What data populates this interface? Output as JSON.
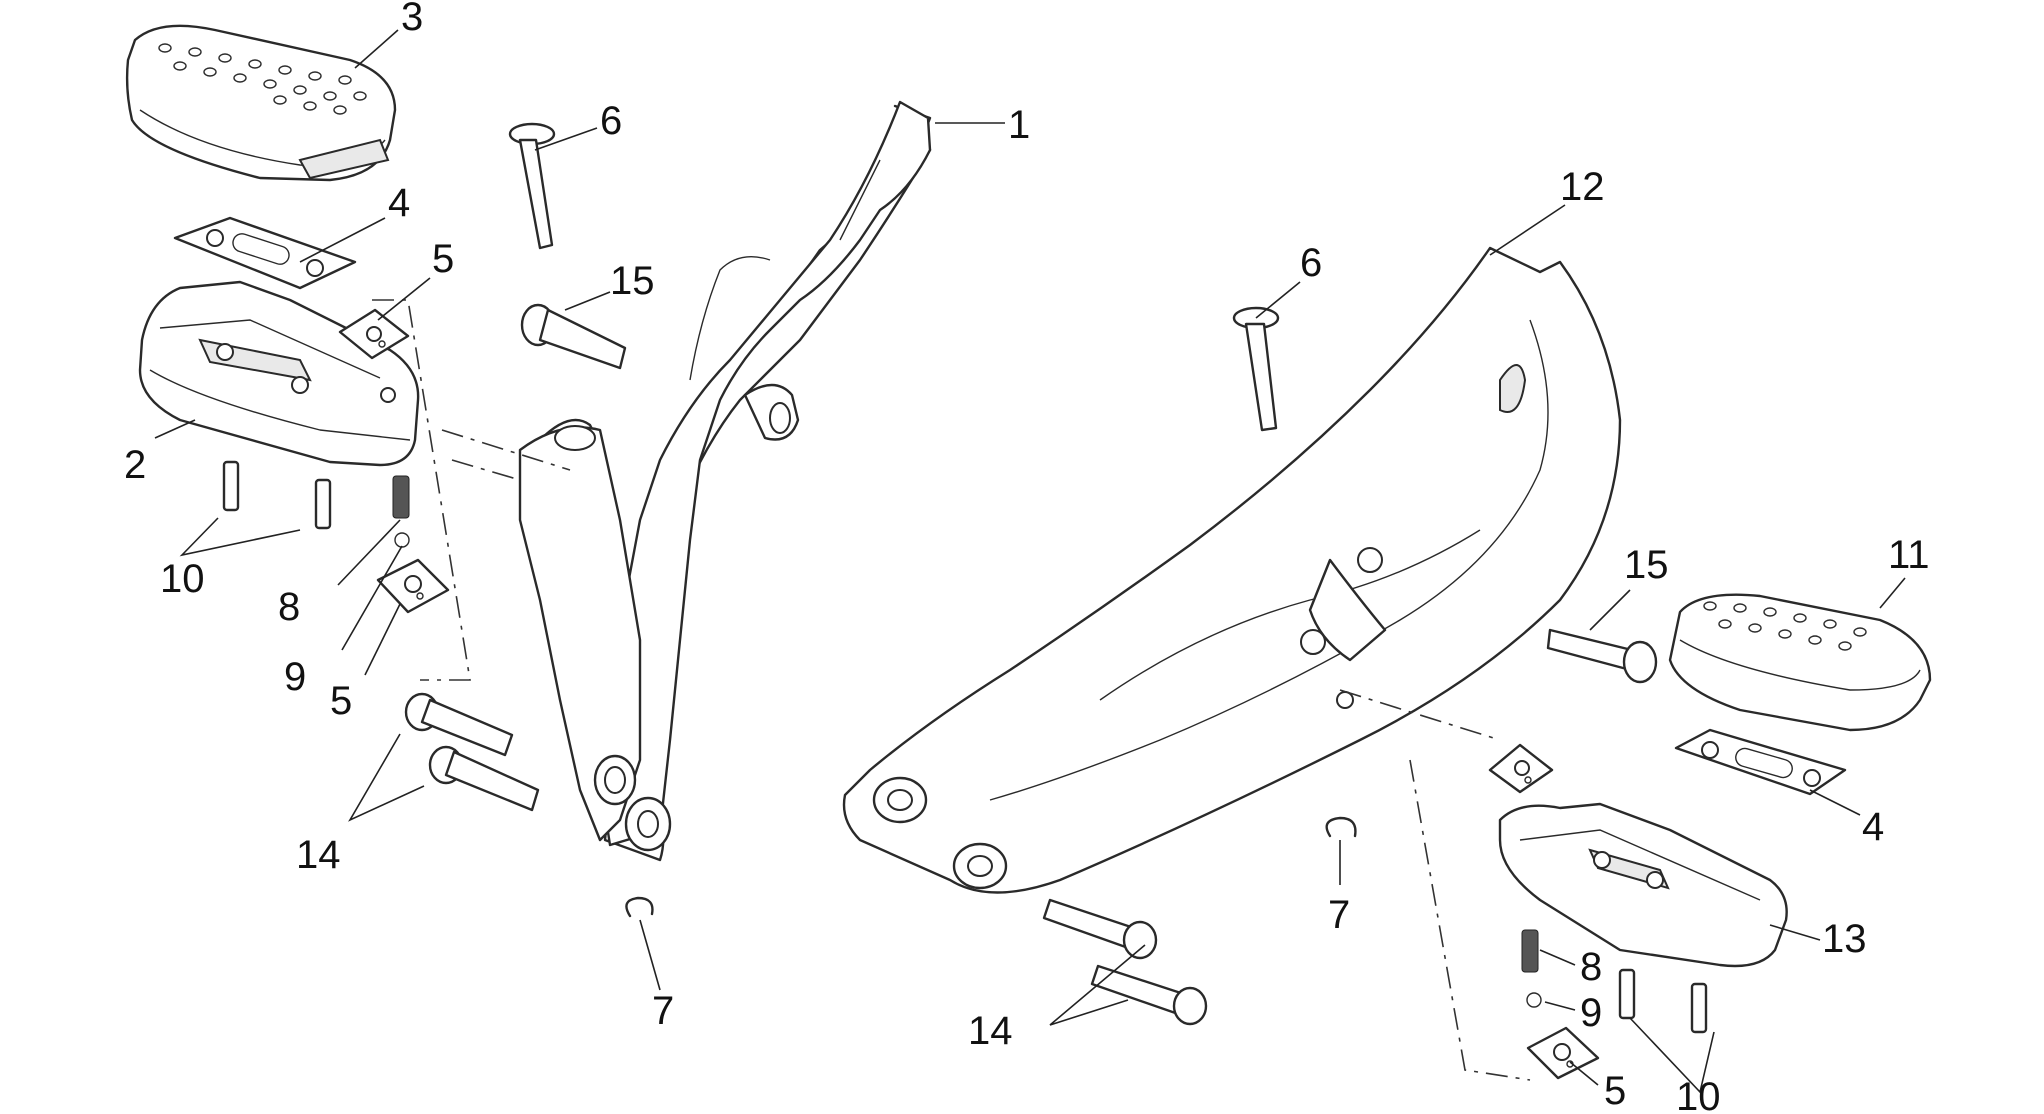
{
  "diagram": {
    "callouts": [
      {
        "id": "c1",
        "label": "1"
      },
      {
        "id": "c2",
        "label": "2"
      },
      {
        "id": "c3",
        "label": "3"
      },
      {
        "id": "c4a",
        "label": "4"
      },
      {
        "id": "c5a",
        "label": "5"
      },
      {
        "id": "c6a",
        "label": "6"
      },
      {
        "id": "c15a",
        "label": "15"
      },
      {
        "id": "c10a",
        "label": "10"
      },
      {
        "id": "c8a",
        "label": "8"
      },
      {
        "id": "c9a",
        "label": "9"
      },
      {
        "id": "c5b",
        "label": "5"
      },
      {
        "id": "c14a",
        "label": "14"
      },
      {
        "id": "c7a",
        "label": "7"
      },
      {
        "id": "c12",
        "label": "12"
      },
      {
        "id": "c6b",
        "label": "6"
      },
      {
        "id": "c15b",
        "label": "15"
      },
      {
        "id": "c11",
        "label": "11"
      },
      {
        "id": "c7b",
        "label": "7"
      },
      {
        "id": "c4b",
        "label": "4"
      },
      {
        "id": "c13",
        "label": "13"
      },
      {
        "id": "c8b",
        "label": "8"
      },
      {
        "id": "c9b",
        "label": "9"
      },
      {
        "id": "c14b",
        "label": "14"
      },
      {
        "id": "c5c",
        "label": "5"
      },
      {
        "id": "c10b",
        "label": "10"
      }
    ]
  }
}
